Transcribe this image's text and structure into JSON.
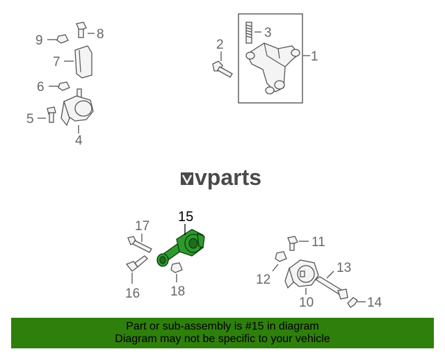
{
  "watermark": {
    "text": "vparts"
  },
  "callouts": {
    "c1": "1",
    "c2": "2",
    "c3": "3",
    "c4": "4",
    "c5": "5",
    "c6": "6",
    "c7": "7",
    "c8": "8",
    "c9": "9",
    "c10": "10",
    "c11": "11",
    "c12": "12",
    "c13": "13",
    "c14": "14",
    "c15": "15",
    "c16": "16",
    "c17": "17",
    "c18": "18"
  },
  "highlighted_part": "15",
  "colors": {
    "highlight": "#2e9a2e",
    "banner": "#2f7f0c"
  },
  "banner": {
    "line1": "Part or sub-assembly is #15 in diagram",
    "line2": "Diagram may not be specific to your vehicle"
  }
}
